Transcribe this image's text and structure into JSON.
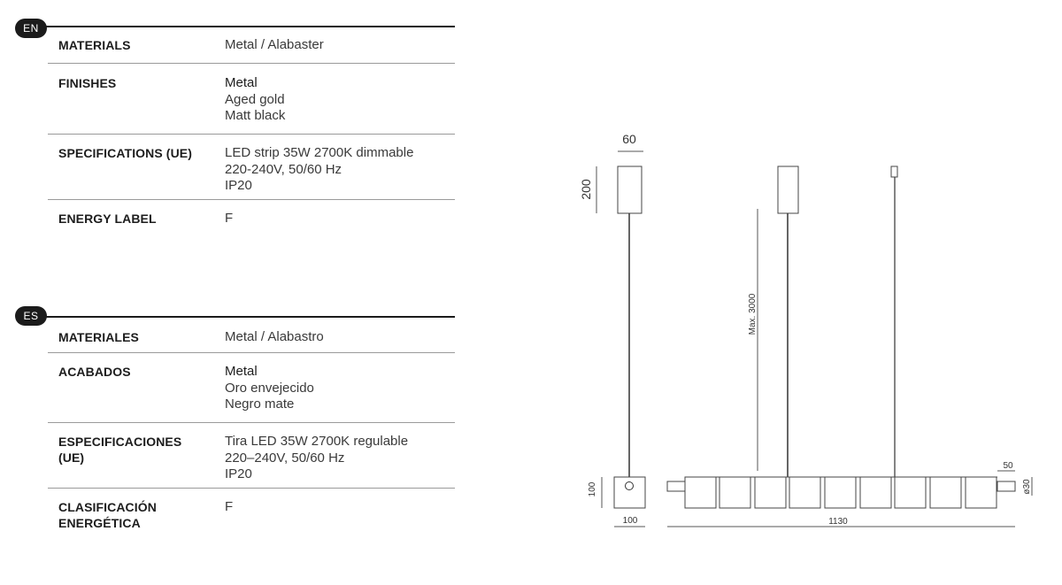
{
  "sections": [
    {
      "badge": "EN",
      "rows": [
        {
          "key": "MATERIALS",
          "value": [
            "Metal / Alabaster"
          ]
        },
        {
          "key": "FINISHES",
          "value": [
            "Metal",
            "Aged gold",
            "Matt black"
          ]
        },
        {
          "key": "SPECIFICATIONS (UE)",
          "value": [
            "LED strip 35W 2700K dimmable",
            "220-240V, 50/60 Hz",
            "IP20"
          ]
        },
        {
          "key": "ENERGY LABEL",
          "value": [
            "F"
          ]
        }
      ]
    },
    {
      "badge": "ES",
      "rows": [
        {
          "key": "MATERIALES",
          "value": [
            "Metal / Alabastro"
          ]
        },
        {
          "key": "ACABADOS",
          "value": [
            "Metal",
            "Oro envejecido",
            "Negro mate"
          ]
        },
        {
          "key": "ESPECIFICACIONES (UE)",
          "value": [
            "Tira LED 35W 2700K regulable",
            "220–240V, 50/60 Hz",
            "IP20"
          ]
        },
        {
          "key": "CLASIFICACIÓN ENERGÉTICA",
          "value": [
            "F"
          ]
        }
      ]
    }
  ],
  "drawing": {
    "dim_canopy_width": "60",
    "dim_canopy_height": "200",
    "dim_cable_max": "Max. 3000",
    "dim_side_height": "100",
    "dim_side_width": "100",
    "dim_total_length": "1130",
    "dim_end_length": "50",
    "dim_end_diameter": "ø30"
  }
}
